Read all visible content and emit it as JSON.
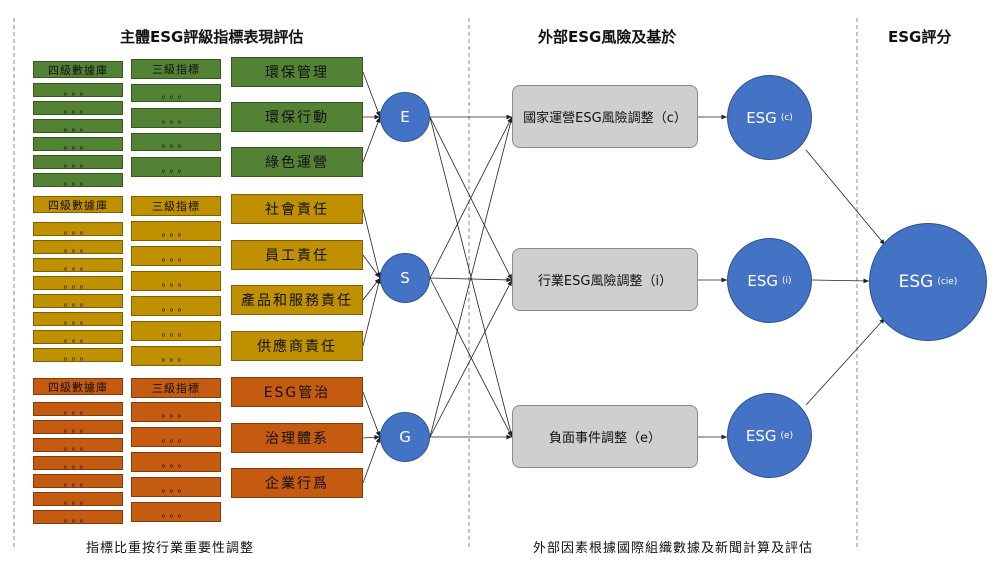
{
  "headers": {
    "left": "主體ESG評級指標表現評估",
    "middle": "外部ESG風險及基於",
    "right": "ESG評分"
  },
  "footers": {
    "left": "指標比重按行業重要性調整",
    "middle": "外部因素根據國際組織數據及新聞計算及評估"
  },
  "groups": [
    {
      "color": "#548235",
      "db_label": "四級數據庫",
      "l3_label": "三級指標",
      "dots": "。。。",
      "categories": [
        "環保管理",
        "環保行動",
        "綠色運營"
      ],
      "pillar": "E"
    },
    {
      "color": "#bf9000",
      "db_label": "四級數據庫",
      "l3_label": "三級指標",
      "dots": "。。。",
      "categories": [
        "社會責任",
        "員工責任",
        "產品和服務責任",
        "供應商責任"
      ],
      "pillar": "S"
    },
    {
      "color": "#c55a11",
      "db_label": "四級數據庫",
      "l3_label": "三級指標",
      "dots": "。。。",
      "categories": [
        "ESG管治",
        "治理體系",
        "企業行爲"
      ],
      "pillar": "G"
    }
  ],
  "adjustments": [
    {
      "label": "國家運營ESG風險調整",
      "code": "（c）"
    },
    {
      "label": "行業ESG風險調整",
      "code": "（i）"
    },
    {
      "label": "負面事件調整",
      "code": "（e）"
    }
  ],
  "scores": [
    {
      "label": "ESG",
      "sub": "(c)"
    },
    {
      "label": "ESG",
      "sub": "(i)"
    },
    {
      "label": "ESG",
      "sub": "(e)"
    }
  ],
  "final_score": {
    "label": "ESG",
    "sub": "(cie)"
  },
  "colors": {
    "circle": "#4472c4",
    "grey_box": "#d0cece",
    "green": "#548235",
    "yellow": "#bf9000",
    "orange": "#c55a11"
  }
}
